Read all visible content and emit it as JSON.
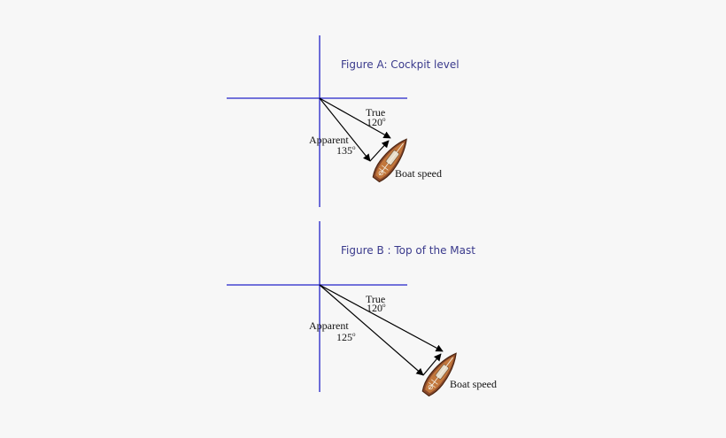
{
  "figures": [
    {
      "title": "Figure A: Cockpit level",
      "true_label": "True",
      "true_angle": "120",
      "apparent_label": "Apparent",
      "apparent_angle": "135",
      "boat_label": "Boat speed",
      "degree_mark": "o"
    },
    {
      "title": "Figure B : Top of the Mast",
      "true_label": "True",
      "true_angle": "120",
      "apparent_label": "Apparent",
      "apparent_angle": "125",
      "boat_label": "Boat speed",
      "degree_mark": "o"
    }
  ],
  "colors": {
    "background": "#f7f7f7",
    "axis": "#2323c8",
    "title": "#3a3a8c",
    "vector": "#000000",
    "hull": "#a0522d"
  },
  "icons": [
    "sailboat-icon"
  ]
}
